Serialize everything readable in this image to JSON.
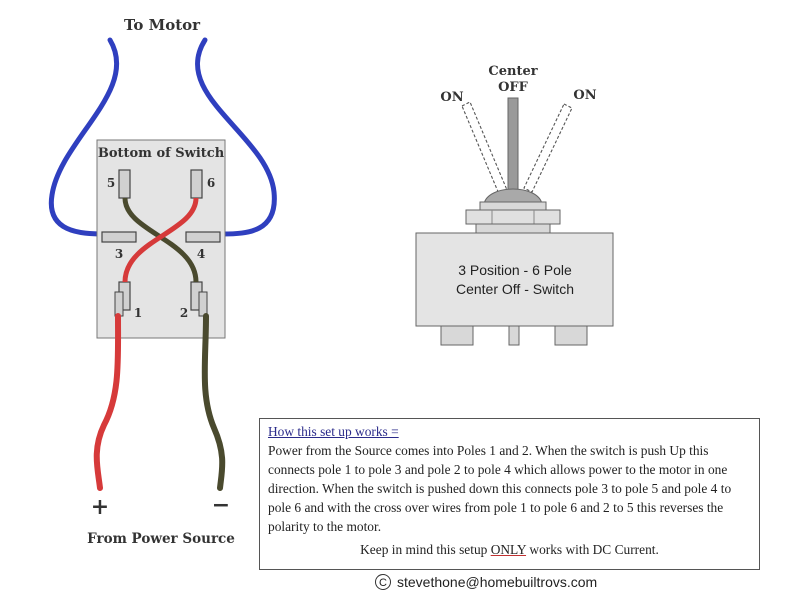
{
  "diagram": {
    "to_motor": "To Motor",
    "bottom_of_switch": "Bottom of Switch",
    "from_power_source": "From Power Source",
    "poles": [
      "1",
      "2",
      "3",
      "4",
      "5",
      "6"
    ],
    "plus": "+",
    "minus": "−",
    "switch_positions": {
      "left": "ON",
      "center_top": "Center",
      "center_bottom": "OFF",
      "right": "ON"
    },
    "switch_body": [
      "3 Position - 6 Pole",
      "Center Off - Switch"
    ],
    "colors": {
      "motor_wire": "#2f3fbf",
      "positive_wire": "#d63a3a",
      "negative_wire": "#4a4a2e",
      "switch_body": "#e4e4e4"
    }
  },
  "explanation": {
    "title": "How this set up works =",
    "body": "Power from the  Source comes into Poles 1 and 2. When the switch is push Up this connects pole 1 to pole 3 and pole 2 to pole 4 which allows power to the motor in one direction. When the switch is pushed down this connects pole 3 to pole 5 and pole 4 to pole 6 and with the cross over wires from pole 1 to pole 6 and 2 to 5 this reverses the polarity to the motor.",
    "note_before": "Keep in mind this setup ",
    "note_only": "ONLY",
    "note_after": " works with DC Current."
  },
  "credit": {
    "symbol": "C",
    "text": "stevethone@homebuiltrovs.com"
  }
}
